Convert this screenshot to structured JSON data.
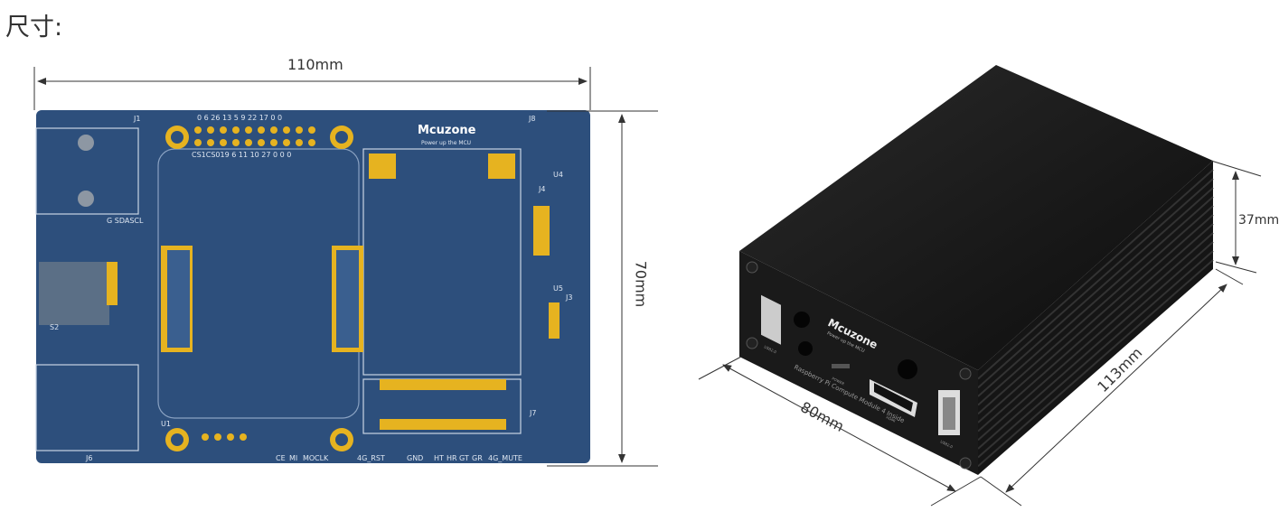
{
  "title": "尺寸:",
  "dimensions": {
    "pcb_width": "110mm",
    "pcb_height": "70mm",
    "case_width": "80mm",
    "case_length": "113mm",
    "case_height": "37mm"
  },
  "pcb": {
    "brand": "Mcuzone",
    "tagline": "Power up the MCU",
    "labels": [
      "J1",
      "J8",
      "J6",
      "S2",
      "U4",
      "J4",
      "U5",
      "J3",
      "J7",
      "U1",
      "4G_RST",
      "GND",
      "HT",
      "HR",
      "GT",
      "GR",
      "4G_MUTE",
      "CE",
      "MI",
      "MO",
      "CLK",
      "G SDASCL"
    ],
    "header_top": "0 6 26 13 5 9 22 17 0 0",
    "header_bottom": "CS1CS019 6 11 10 27 0 0 0"
  },
  "case": {
    "brand": "Mcuzone",
    "tagline": "Power up the MCU",
    "inscription": "Raspberry Pi Compute Module 4 Inside",
    "ports": [
      "USB2.0",
      "POWER",
      "HDMI",
      "USB2.0"
    ]
  },
  "colors": {
    "pcb": "#2d4f7c",
    "gold": "#e6b320",
    "case": "#111111"
  }
}
